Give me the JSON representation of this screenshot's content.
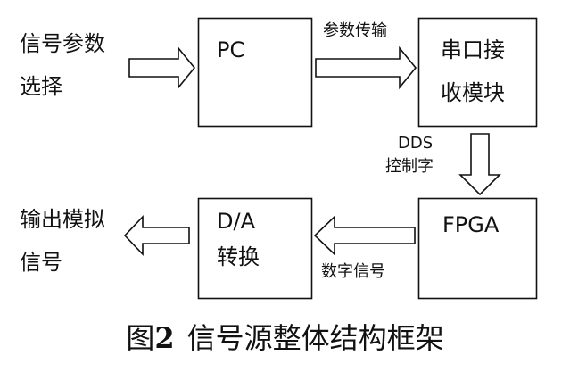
{
  "input": {
    "line1": "信号参数",
    "line2": "选择"
  },
  "boxes": {
    "pc": "PC",
    "uart_line1": "串口接",
    "uart_line2": "收模块",
    "fpga": "FPGA",
    "da_line1": "D/A",
    "da_line2": "转换"
  },
  "edge_labels": {
    "param_transfer": "参数传输",
    "dds_line1": "DDS",
    "dds_line2": "控制字",
    "digital_signal": "数字信号"
  },
  "output": {
    "line1": "输出模拟",
    "line2": "信号"
  },
  "caption": {
    "fig_prefix": "图",
    "fig_num": "2",
    "title": "信号源整体结构框架"
  },
  "colors": {
    "stroke": "#111111",
    "background": "#ffffff"
  }
}
